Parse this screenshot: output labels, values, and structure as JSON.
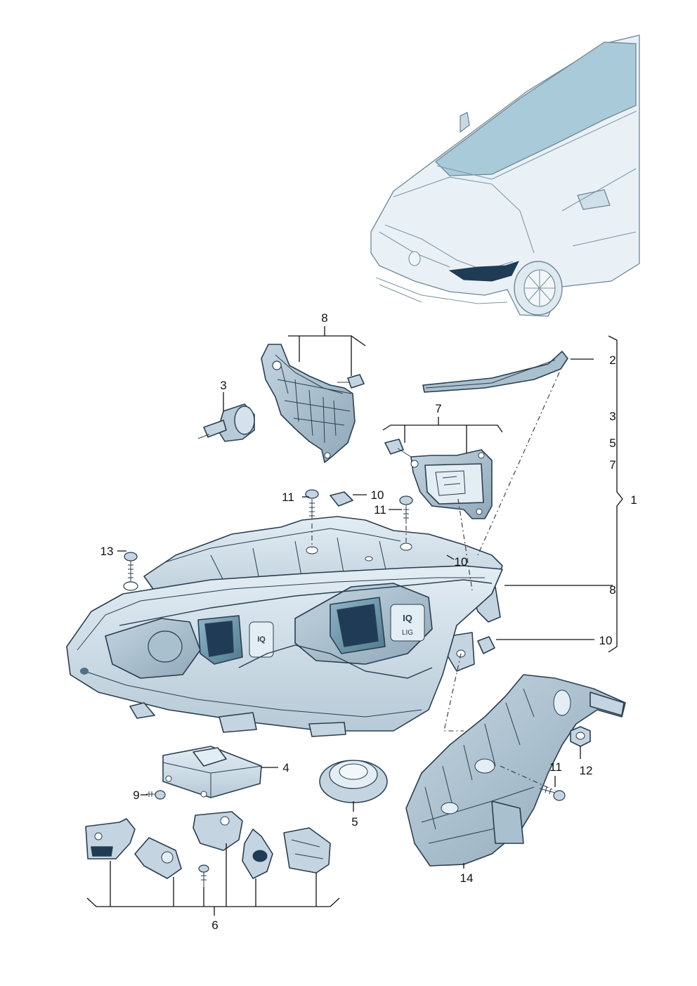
{
  "callouts": {
    "c1": "1",
    "c2": "2",
    "c3_right": "3",
    "c5_right": "5",
    "c7_right": "7",
    "c8_right": "8",
    "c10_right": "10",
    "c3": "3",
    "c4": "4",
    "c5": "5",
    "c6": "6",
    "c7": "7",
    "c8": "8",
    "c9": "9",
    "c10_top": "10",
    "c10_mid": "10",
    "c11_top": "11",
    "c11_mid": "11",
    "c11_low": "11",
    "c12": "12",
    "c13": "13",
    "c14": "14"
  },
  "headlight_text": {
    "iq_small": "IQ",
    "iq_large": "IQ",
    "light": "LIG"
  },
  "colors": {
    "part_fill": "#d3e2ec",
    "part_dark": "#7b94a5",
    "part_shade": "#a9c0cf",
    "highlight": "#1f3b55"
  }
}
